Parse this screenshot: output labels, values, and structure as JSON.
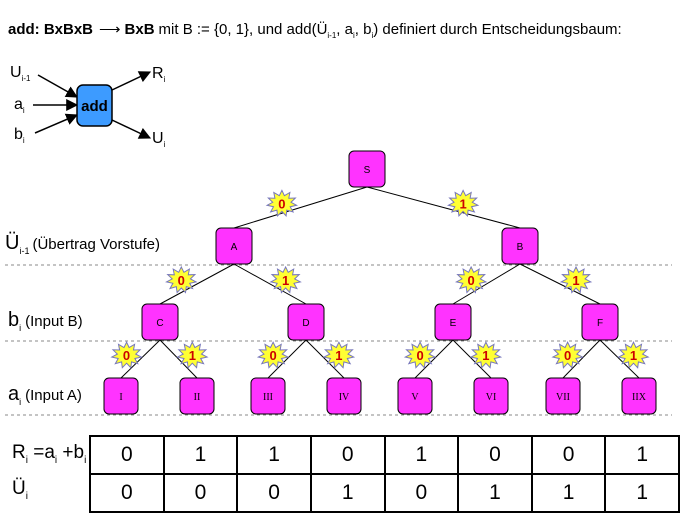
{
  "header": {
    "bold": "add: BxBxB",
    "arrow": "⟶",
    "bold2": "BxB",
    "rest": "mit B := {0, 1}, und add(Ü",
    "sub1": "i-1",
    "sep1": ", a",
    "sub2": "i",
    "sep2": ", b",
    "sub3": "i",
    "tail": ") definiert durch Entscheidungsbaum:"
  },
  "adder": {
    "label": "add",
    "inputs": [
      {
        "name": "U",
        "sub": "i-1"
      },
      {
        "name": "a",
        "sub": "i"
      },
      {
        "name": "b",
        "sub": "i"
      }
    ],
    "outputs": [
      {
        "name": "R",
        "sub": "i"
      },
      {
        "name": "U",
        "sub": "i"
      }
    ],
    "box_color": "#3d9bff"
  },
  "levels": [
    {
      "name": "Ü",
      "sub": "i-1",
      "desc": "(Übertrag Vorstufe)"
    },
    {
      "name": "b",
      "sub": "i",
      "desc": "(Input B)"
    },
    {
      "name": "a",
      "sub": "i",
      "desc": "(Input A)"
    }
  ],
  "tree": {
    "root": "S",
    "level1": [
      "A",
      "B"
    ],
    "level2": [
      "C",
      "D",
      "E",
      "F"
    ],
    "level3": [
      "I",
      "II",
      "III",
      "IV",
      "V",
      "VI",
      "VII",
      "IIX"
    ],
    "edge_labels_level1": [
      "0",
      "1"
    ],
    "edge_labels_level2": [
      "0",
      "1",
      "0",
      "1"
    ],
    "edge_labels_level3": [
      "0",
      "1",
      "0",
      "1",
      "0",
      "1",
      "0",
      "1"
    ],
    "node_color": "#ff33ff",
    "badge_color": "#ffff33",
    "badge_text_color": "#cc0000"
  },
  "truth_table": {
    "rows": [
      {
        "label": "R",
        "formula": "R_i = a_i + b_i",
        "values": [
          "0",
          "1",
          "1",
          "0",
          "1",
          "0",
          "0",
          "1"
        ]
      },
      {
        "label": "Ü",
        "formula": "Ü_i",
        "values": [
          "0",
          "0",
          "0",
          "1",
          "0",
          "1",
          "1",
          "1"
        ]
      }
    ]
  }
}
